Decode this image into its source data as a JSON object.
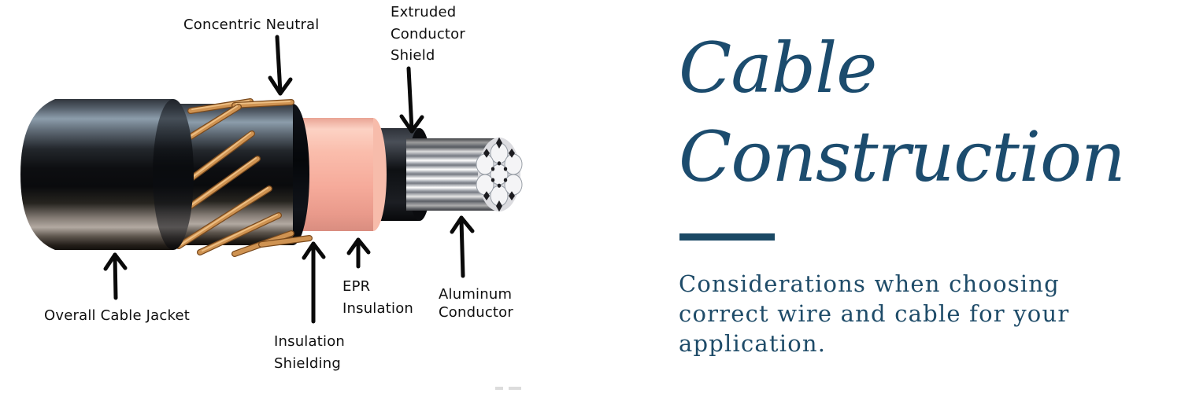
{
  "diagram": {
    "labels": {
      "concentric_neutral": "Concentric Neutral",
      "extruded_line1": "Extruded",
      "extruded_line2": "Conductor",
      "extruded_line3": "Shield",
      "overall_jacket": "Overall Cable Jacket",
      "insulation_line1": "Insulation",
      "insulation_line2": "Shielding",
      "epr_line1": "EPR",
      "epr_line2": "Insulation",
      "aluminum_line1": "Aluminum",
      "aluminum_line2": "Conductor"
    },
    "colors": {
      "label_text": "#101010",
      "arrow": "#0a0a0a",
      "jacket_black": "#15171b",
      "copper_wire": "#cf9352",
      "epr_pink": "#f6ab9b",
      "conductor_shield": "#101114",
      "aluminum_strand": "#e8e8ec"
    }
  },
  "panel": {
    "title_line1": "Cable",
    "title_line2": "Construction",
    "description_lines": {
      "0": "Considerations when choosing",
      "1": "correct wire and cable for your",
      "2": "application."
    },
    "accent_color": "#1b4965",
    "text_color": "#1c4c6e"
  }
}
